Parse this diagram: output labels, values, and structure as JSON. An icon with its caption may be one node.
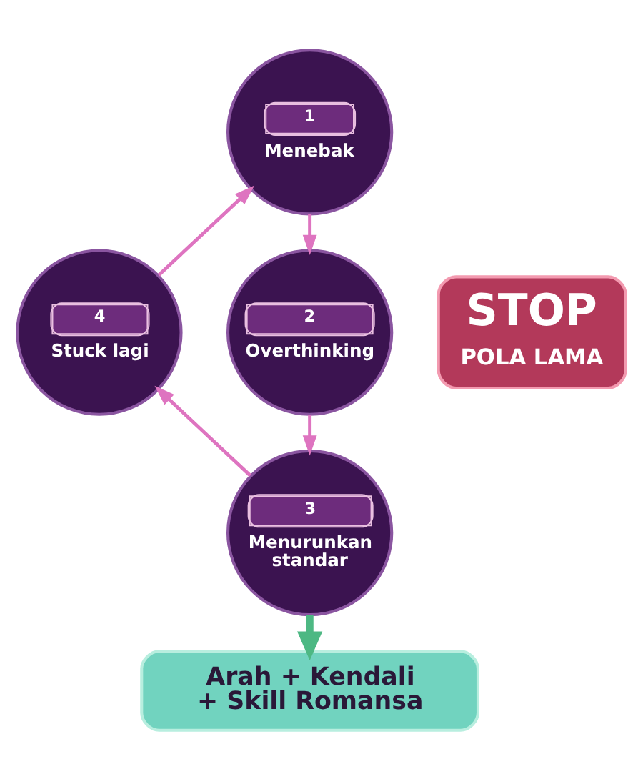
{
  "diagram": {
    "nodes": [
      {
        "text": [
          "1",
          "Menebak"
        ]
      },
      {
        "text": [
          "2",
          "Overthinking"
        ]
      },
      {
        "text": [
          "3",
          "Menurunkan standar"
        ]
      },
      {
        "text": [
          "4",
          "Stuck lagi"
        ]
      },
      {
        "text": [
          "STOP",
          "POLA LAMA"
        ]
      },
      {
        "text": [
          "Arah + Kendali + Skill Romansa"
        ]
      }
    ],
    "edges": [
      {
        "from": 0,
        "to": 1,
        "arrow": "to"
      },
      {
        "from": 1,
        "to": 2,
        "arrow": "to"
      },
      {
        "from": 2,
        "to": 3,
        "arrow": "to"
      },
      {
        "from": 3,
        "to": 0,
        "arrow": "to"
      },
      {
        "from": 2,
        "to": 5,
        "arrow": "to",
        "style": "thick",
        "color": "#4db883"
      }
    ]
  }
}
